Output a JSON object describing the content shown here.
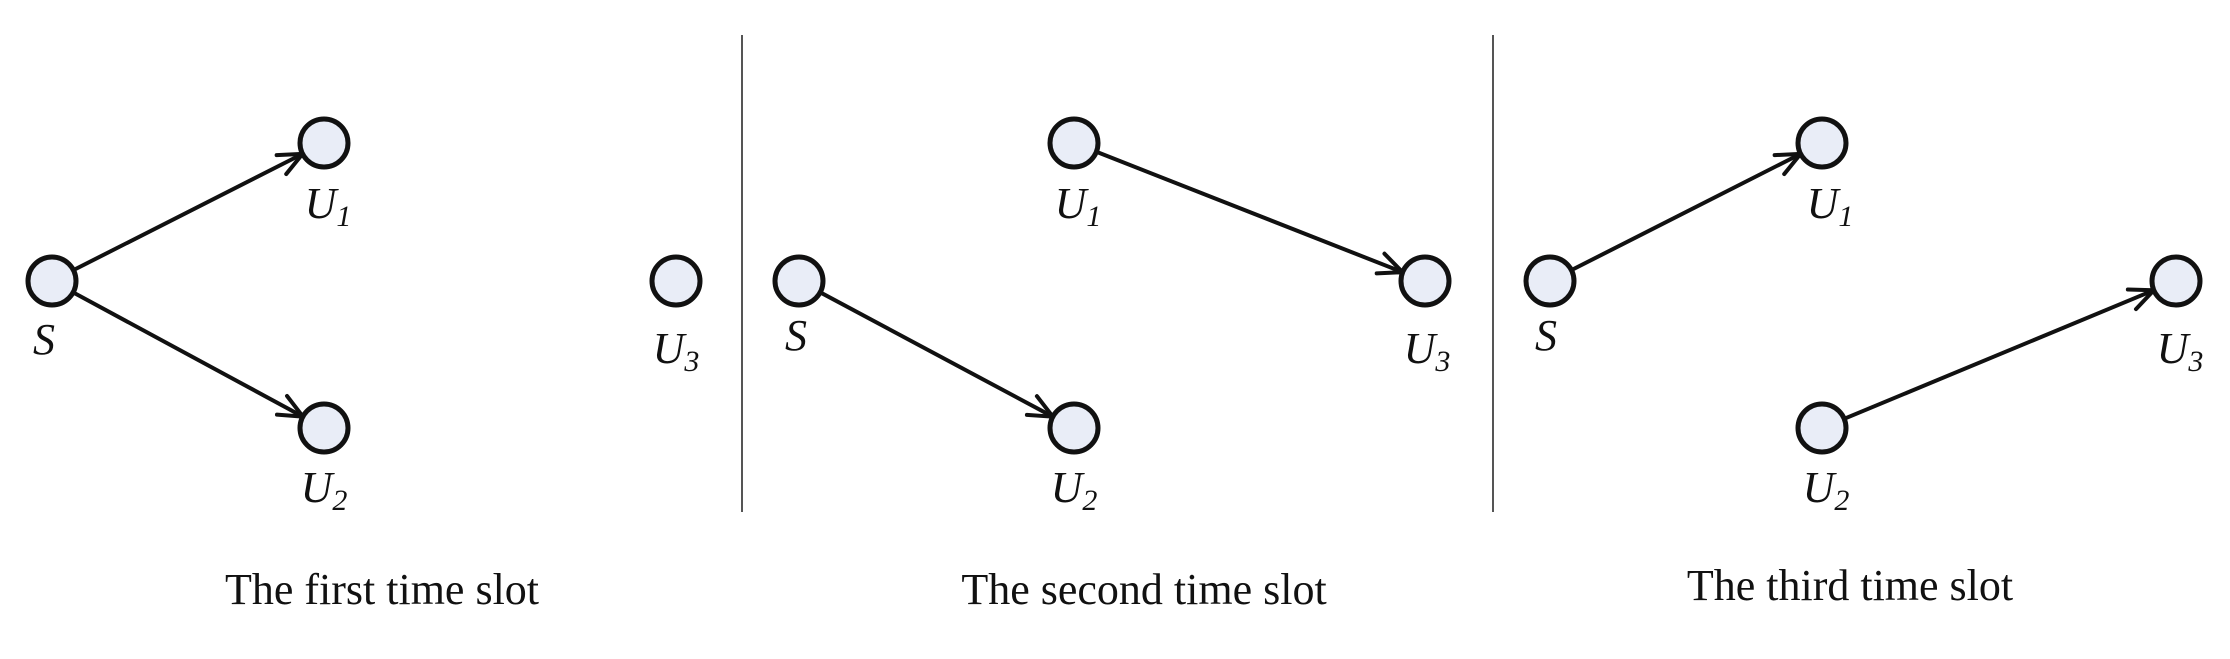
{
  "panels": [
    {
      "caption": "The first time slot",
      "nodes": [
        {
          "id": "S",
          "base": "S",
          "sub": ""
        },
        {
          "id": "U1",
          "base": "U",
          "sub": "1"
        },
        {
          "id": "U2",
          "base": "U",
          "sub": "2"
        },
        {
          "id": "U3",
          "base": "U",
          "sub": "3"
        }
      ],
      "edges": [
        {
          "from": "S",
          "to": "U1"
        },
        {
          "from": "S",
          "to": "U2"
        }
      ]
    },
    {
      "caption": "The second time slot",
      "nodes": [
        {
          "id": "S",
          "base": "S",
          "sub": ""
        },
        {
          "id": "U1",
          "base": "U",
          "sub": "1"
        },
        {
          "id": "U2",
          "base": "U",
          "sub": "2"
        },
        {
          "id": "U3",
          "base": "U",
          "sub": "3"
        }
      ],
      "edges": [
        {
          "from": "S",
          "to": "U2"
        },
        {
          "from": "U1",
          "to": "U3"
        }
      ]
    },
    {
      "caption": "The third time slot",
      "nodes": [
        {
          "id": "S",
          "base": "S",
          "sub": ""
        },
        {
          "id": "U1",
          "base": "U",
          "sub": "1"
        },
        {
          "id": "U2",
          "base": "U",
          "sub": "2"
        },
        {
          "id": "U3",
          "base": "U",
          "sub": "3"
        }
      ],
      "edges": [
        {
          "from": "S",
          "to": "U1"
        },
        {
          "from": "U2",
          "to": "U3"
        }
      ]
    }
  ]
}
